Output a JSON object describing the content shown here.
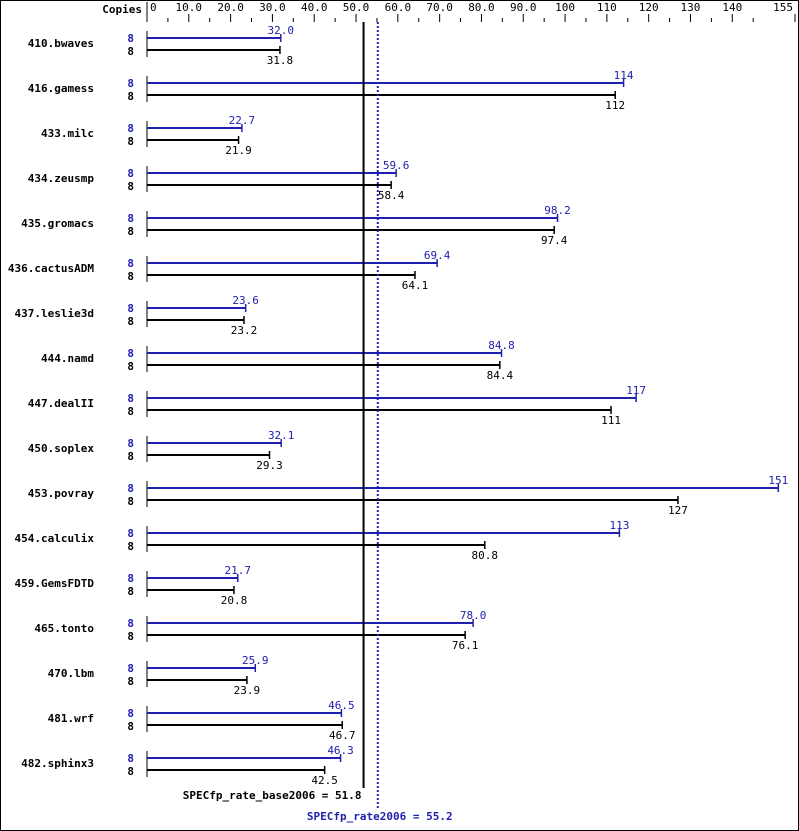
{
  "chart_data": {
    "type": "bar",
    "orientation": "horizontal",
    "copies_header": "Copies",
    "xlim": [
      0,
      155
    ],
    "x_ticks": [
      "0",
      "10.0",
      "20.0",
      "30.0",
      "40.0",
      "50.0",
      "60.0",
      "70.0",
      "80.0",
      "90.0",
      "100",
      "110",
      "120",
      "130",
      "140",
      "155"
    ],
    "x_tick_values": [
      0,
      10,
      20,
      30,
      40,
      50,
      60,
      70,
      80,
      90,
      100,
      110,
      120,
      130,
      140,
      155
    ],
    "grid": false,
    "categories": [
      "410.bwaves",
      "416.gamess",
      "433.milc",
      "434.zeusmp",
      "435.gromacs",
      "436.cactusADM",
      "437.leslie3d",
      "444.namd",
      "447.dealII",
      "450.soplex",
      "453.povray",
      "454.calculix",
      "459.GemsFDTD",
      "465.tonto",
      "470.lbm",
      "481.wrf",
      "482.sphinx3"
    ],
    "series": [
      {
        "key": "peak",
        "color": "#2020b0",
        "copies": [
          8,
          8,
          8,
          8,
          8,
          8,
          8,
          8,
          8,
          8,
          8,
          8,
          8,
          8,
          8,
          8,
          8
        ],
        "values": [
          32.0,
          114,
          22.7,
          59.6,
          98.2,
          69.4,
          23.6,
          84.8,
          117,
          32.1,
          151,
          113,
          21.7,
          78.0,
          25.9,
          46.5,
          46.3
        ],
        "labels": [
          "32.0",
          "114",
          "22.7",
          "59.6",
          "98.2",
          "69.4",
          "23.6",
          "84.8",
          "117",
          "32.1",
          "151",
          "113",
          "21.7",
          "78.0",
          "25.9",
          "46.5",
          "46.3"
        ]
      },
      {
        "key": "base",
        "color": "#000000",
        "copies": [
          8,
          8,
          8,
          8,
          8,
          8,
          8,
          8,
          8,
          8,
          8,
          8,
          8,
          8,
          8,
          8,
          8
        ],
        "values": [
          31.8,
          112,
          21.9,
          58.4,
          97.4,
          64.1,
          23.2,
          84.4,
          111,
          29.3,
          127,
          80.8,
          20.8,
          76.1,
          23.9,
          46.7,
          42.5
        ],
        "labels": [
          "31.8",
          "112",
          "21.9",
          "58.4",
          "97.4",
          "64.1",
          "23.2",
          "84.4",
          "111",
          "29.3",
          "127",
          "80.8",
          "20.8",
          "76.1",
          "23.9",
          "46.7",
          "42.5"
        ]
      }
    ],
    "reference_lines": [
      {
        "key": "base",
        "label": "SPECfp_rate_base2006 = 51.8",
        "value": 51.8,
        "color": "#000000",
        "style": "solid"
      },
      {
        "key": "peak",
        "label": "SPECfp_rate2006 = 55.2",
        "value": 55.2,
        "color": "#2020b0",
        "style": "dotted"
      }
    ]
  }
}
